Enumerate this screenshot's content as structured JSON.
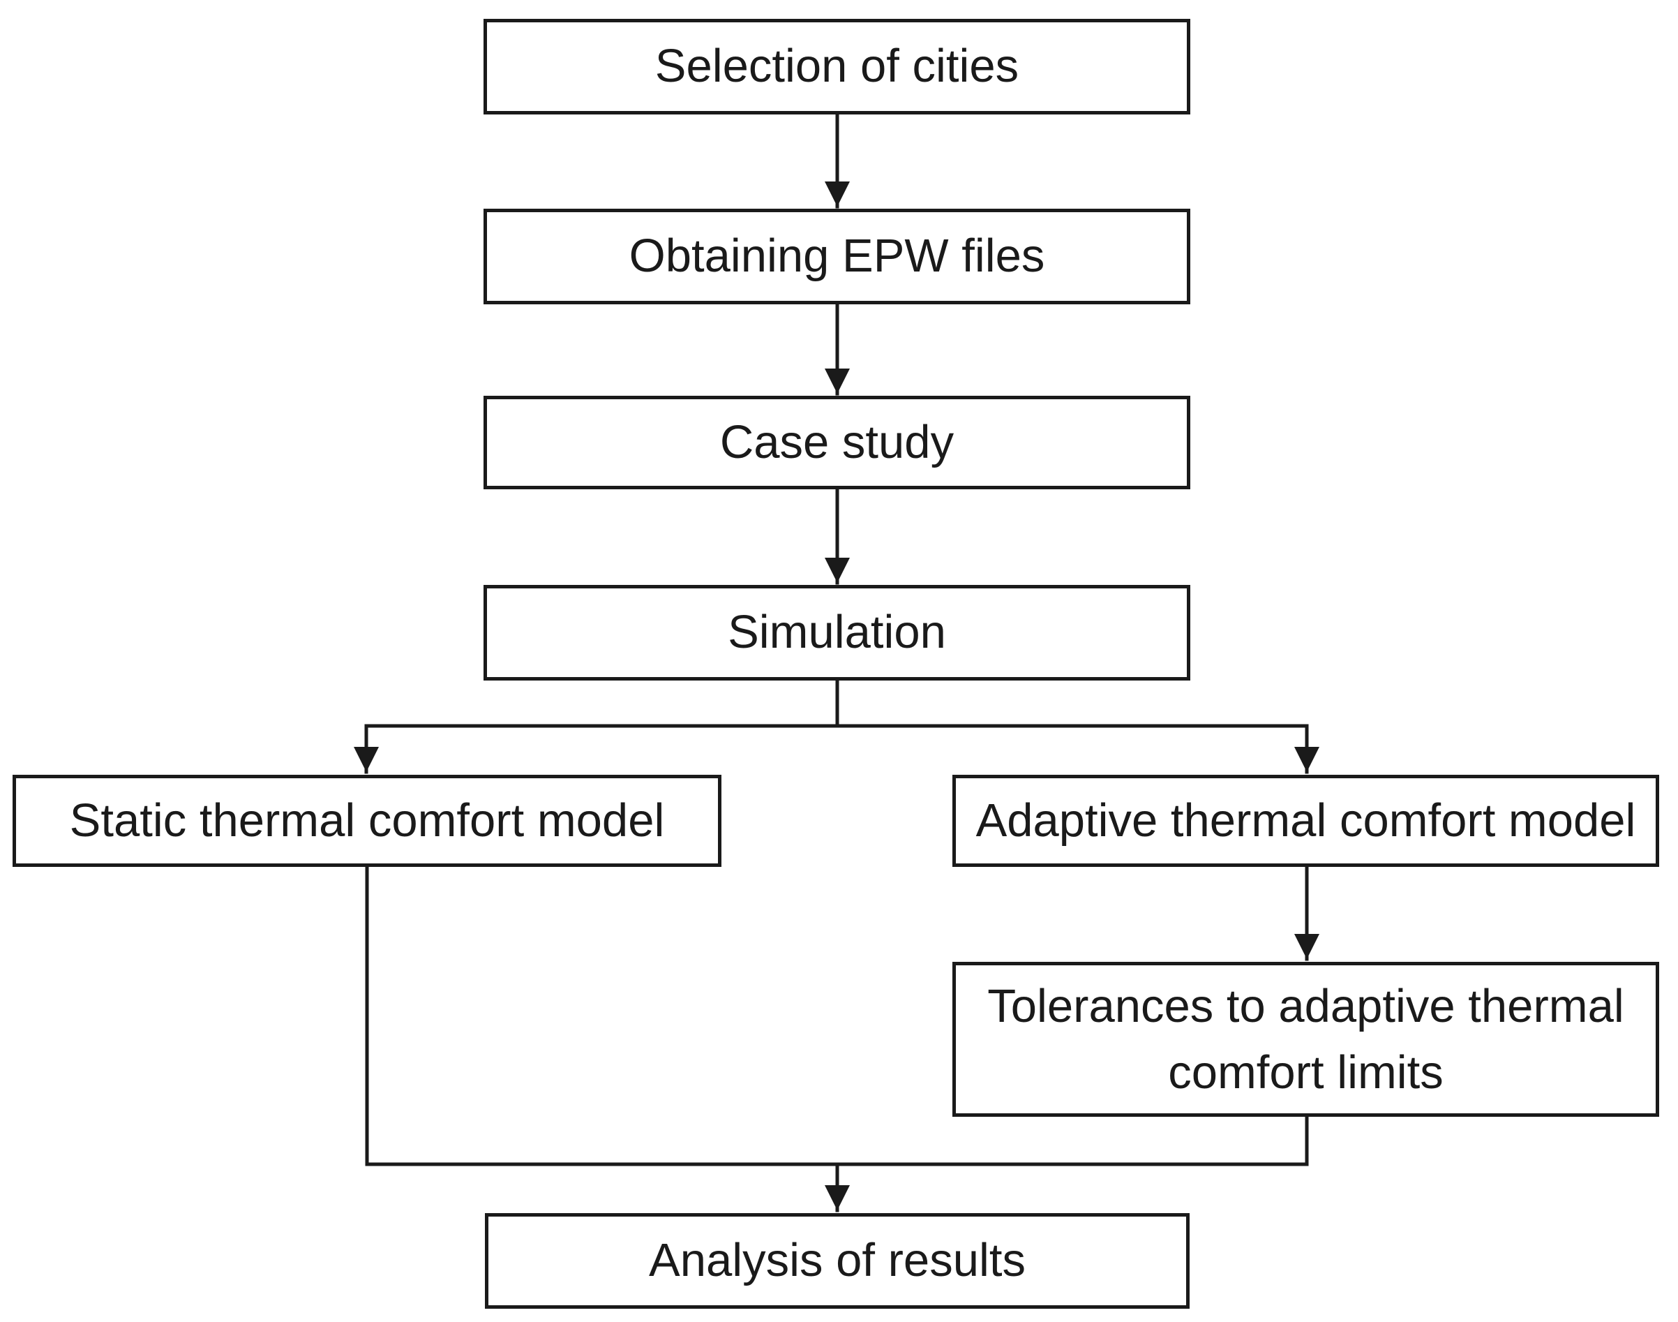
{
  "figure": {
    "type": "flowchart",
    "colors": {
      "background": "#ffffff",
      "box_fill": "#ffffff",
      "line": "#1a1a1a",
      "text": "#1a1a1a"
    }
  },
  "nodes": {
    "selection": "Selection of cities",
    "epw": "Obtaining EPW files",
    "case_study": "Case study",
    "simulation": "Simulation",
    "static_model": "Static thermal comfort model",
    "adaptive_model": "Adaptive thermal comfort model",
    "tolerances_line1": "Tolerances to adaptive thermal",
    "tolerances_line2": "comfort limits",
    "analysis": "Analysis of results"
  },
  "edges": [
    "selection -> epw",
    "epw -> case_study",
    "case_study -> simulation",
    "simulation -> static_model",
    "simulation -> adaptive_model",
    "adaptive_model -> tolerances",
    "static_model -> analysis",
    "tolerances -> analysis"
  ]
}
